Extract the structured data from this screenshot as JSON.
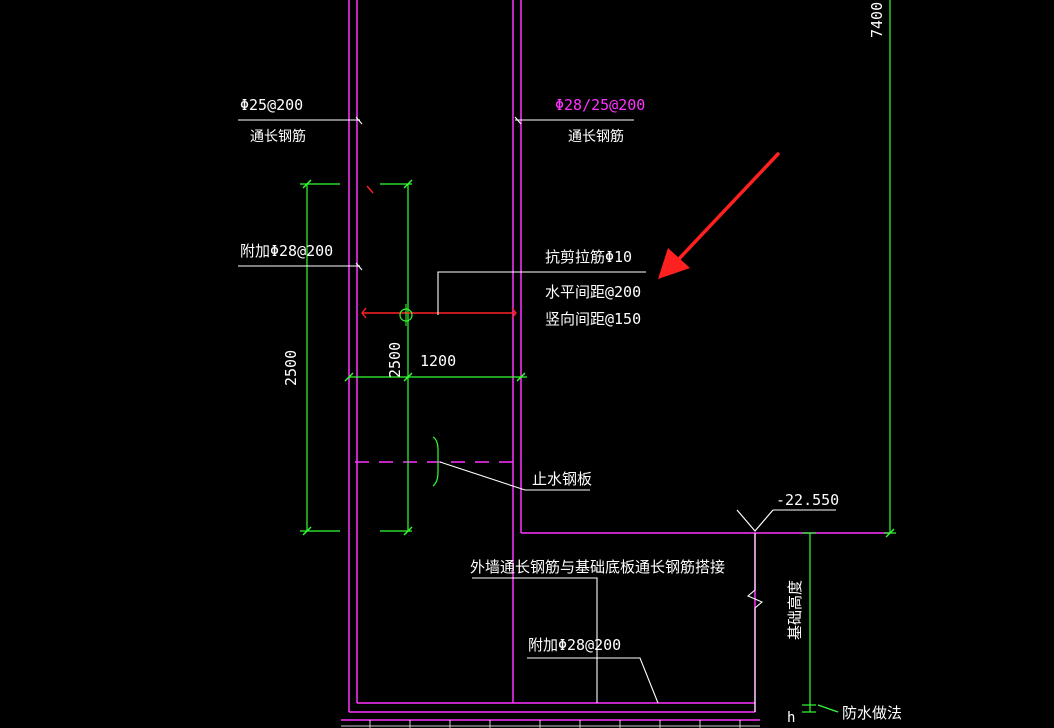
{
  "drawing": {
    "labels": {
      "rebar_outer": "Φ25@200",
      "rebar_outer_sub": "通长钢筋",
      "rebar_inner": "Φ28/25@200",
      "rebar_inner_sub": "通长钢筋",
      "additional_upper": "附加Φ28@200",
      "shear_bar": "抗剪拉筋Φ10",
      "h_spacing": "水平间距@200",
      "v_spacing": "竖向间距@150",
      "dim_2500_left": "2500",
      "dim_2500_mid": "2500",
      "dim_1200": "1200",
      "dim_7400": "7400",
      "waterstop": "止水钢板",
      "elevation": "-22.550",
      "lap_note": "外墙通长钢筋与基础底板通长钢筋搭接",
      "additional_lower": "附加Φ28@200",
      "foundation_height": "基础高度",
      "waterproof": "防水做法",
      "h_mark": "h"
    },
    "colors": {
      "background": "#000000",
      "wall_line": "#ff33ff",
      "dimension": "#33ff33",
      "rebar": "#ff2222",
      "text": "#ffffff",
      "magenta_text": "#ff33ff",
      "arrow": "#ff2020"
    }
  }
}
